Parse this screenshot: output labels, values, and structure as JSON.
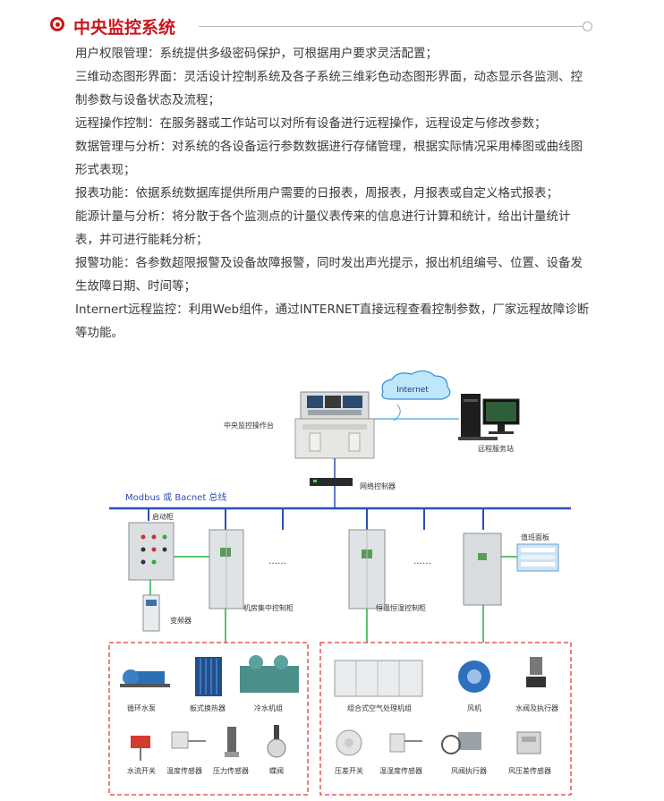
{
  "header": {
    "title": "中央监控系统"
  },
  "paragraphs": [
    "用户权限管理：系统提供多级密码保护，可根据用户要求灵活配置；",
    "三维动态图形界面：灵活设计控制系统及各子系统三维彩色动态图形界面，动态显示各监测、控制参数与设备状态及流程；",
    "远程操作控制：在服务器或工作站可以对所有设备进行远程操作，远程设定与修改参数；",
    "数据管理与分析：对系统的各设备运行参数数据进行存储管理，根据实际情况采用棒图或曲线图形式表现；",
    "报表功能：依据系统数据库提供所用户需要的日报表，周报表，月报表或自定义格式报表；",
    "能源计量与分析：将分散于各个监测点的计量仪表传来的信息进行计算和统计，给出计量统计表，并可进行能耗分析；",
    "报警功能：各参数超限报警及设备故障报警，同时发出声光提示，报出机组编号、位置、设备发生故障日期、时间等；",
    "Internert远程监控：利用Web组件，通过INTERNET直接远程查看控制参数，厂家远程故障诊断等功能。"
  ],
  "diagram": {
    "console": "中央监控操作台",
    "cloud": "Internet",
    "server": "远程服务站",
    "network": "网络控制器",
    "bus": "Modbus 或 Bacnet 总线",
    "starter": "启动柜",
    "inverter": "变频器",
    "machine_cabinet": "机房集中控制柜",
    "hvac_cabinet": "恒温恒湿控制柜",
    "panel": "值班面板",
    "ellipsis": "……",
    "left_devices": [
      "循环水泵",
      "板式换热器",
      "冷水机组",
      "水流开关",
      "温度传感器",
      "压力传感器",
      "蝶阀"
    ],
    "right_devices": [
      "组合式空气处理机组",
      "风机",
      "水阀及执行器",
      "压差开关",
      "温湿度传感器",
      "风阀执行器",
      "风压差传感器"
    ]
  },
  "colors": {
    "accent": "#c8161d",
    "bus": "#2a4fb5",
    "link": "#22b33a",
    "dash": "#e23b3b"
  }
}
